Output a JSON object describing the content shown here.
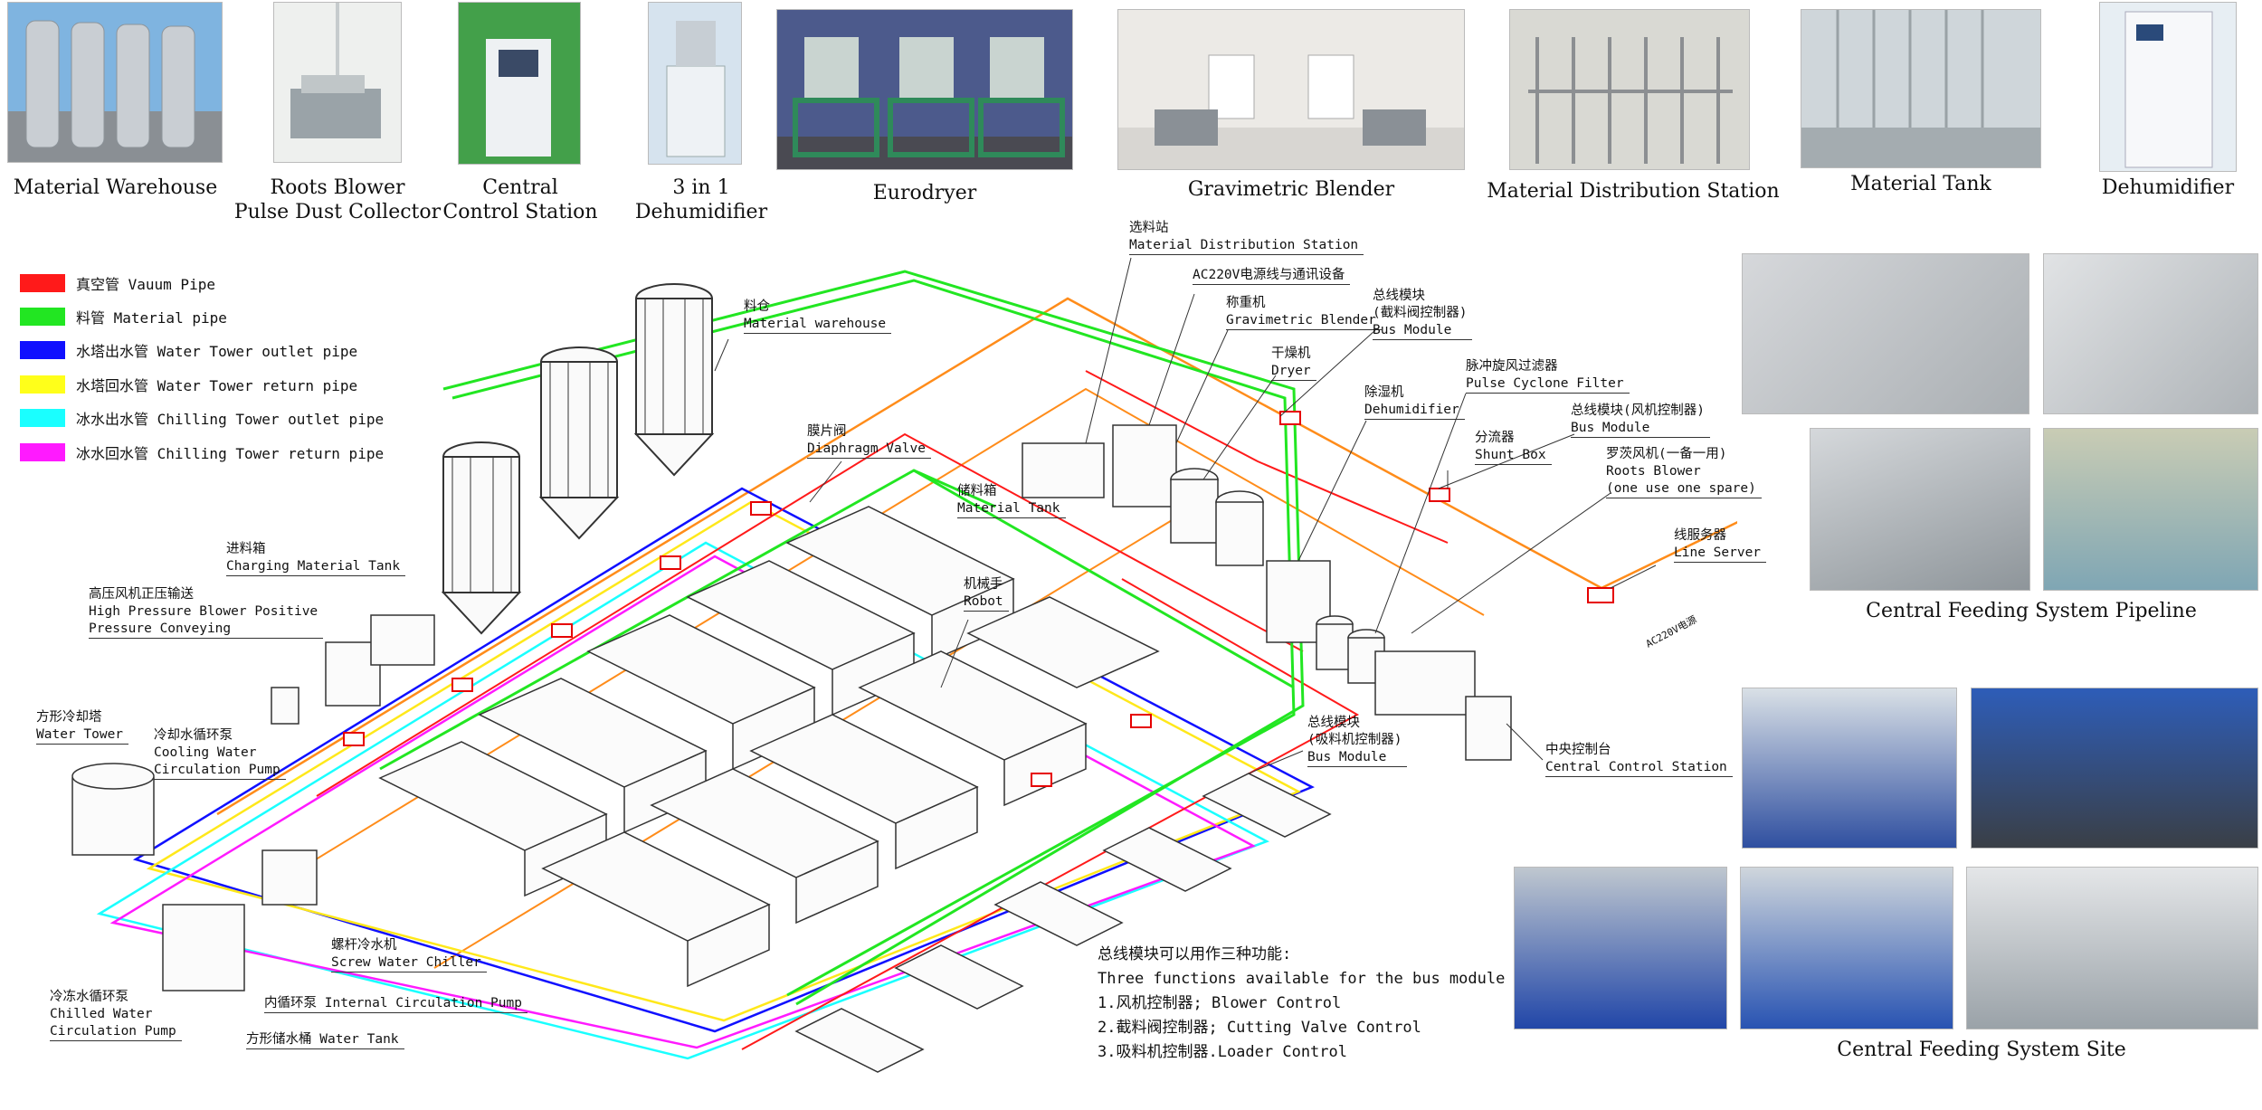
{
  "top_photos": [
    {
      "caption": "Material Warehouse"
    },
    {
      "caption": "Roots Blower\nPulse Dust Collector"
    },
    {
      "caption": "Central\nControl Station"
    },
    {
      "caption": "3 in 1\nDehumidifier"
    },
    {
      "caption": "Eurodryer"
    },
    {
      "caption": "Gravimetric Blender"
    },
    {
      "caption": "Material Distribution Station"
    },
    {
      "caption": "Material Tank"
    },
    {
      "caption": "Dehumidifier"
    }
  ],
  "legend": [
    {
      "label": "真空管 Vauum Pipe",
      "color": "#ff1a1a"
    },
    {
      "label": "料管 Material pipe",
      "color": "#22e622"
    },
    {
      "label": "水塔出水管 Water Tower outlet pipe",
      "color": "#1010ff"
    },
    {
      "label": "水塔回水管 Water Tower return pipe",
      "color": "#ffff1a"
    },
    {
      "label": "冰水出水管 Chilling Tower outlet pipe",
      "color": "#1affff"
    },
    {
      "label": "冰水回水管 Chilling Tower return  pipe",
      "color": "#ff1aff"
    }
  ],
  "labels": {
    "material_distribution_station": [
      "选料站",
      "Material Distribution Station"
    ],
    "ac220": [
      "AC220V电源线与通讯设备"
    ],
    "gravimetric_blender": [
      "称重机",
      "Gravimetric Blender"
    ],
    "bus_module_cut": [
      "总线模块",
      "(截料阀控制器)",
      "Bus Module"
    ],
    "dryer": [
      "干燥机",
      "Dryer"
    ],
    "pulse_cyclone": [
      "脉冲旋风过滤器",
      "Pulse Cyclone Filter"
    ],
    "dehumidifier": [
      "除湿机",
      "Dehumidifier"
    ],
    "bus_module_blower": [
      "总线模块(风机控制器)",
      "Bus Module"
    ],
    "shunt_box": [
      "分流器",
      "Shunt Box"
    ],
    "roots_blower": [
      "罗茨风机(一备一用)",
      "Roots Blower",
      "(one use one spare)"
    ],
    "material_warehouse": [
      "料仓",
      "Material warehouse"
    ],
    "diaphragm_valve": [
      "膜片阀",
      "Diaphragm Valve"
    ],
    "material_tank": [
      "储料箱",
      "Material Tank"
    ],
    "line_server": [
      "线服务器",
      "Line Server"
    ],
    "charging_tank": [
      "进料箱",
      "Charging Material Tank"
    ],
    "hp_blower": [
      "高压风机正压输送",
      "High Pressure Blower Positive",
      "Pressure Conveying"
    ],
    "robot": [
      "机械手",
      "Robot"
    ],
    "water_tower": [
      "方形冷却塔",
      "Water Tower"
    ],
    "cooling_pump": [
      "冷却水循环泵",
      "Cooling Water",
      "Circulation Pump"
    ],
    "bus_module_loader": [
      "总线模块",
      "(吸料机控制器)",
      "Bus Module"
    ],
    "central_control": [
      "中央控制台",
      "Central Control Station"
    ],
    "screw_chiller": [
      "螺杆冷水机",
      "Screw Water Chiller"
    ],
    "chilled_pump": [
      "冷冻水循环泵",
      "Chilled Water",
      "Circulation Pump"
    ],
    "internal_pump": [
      "内循环泵 Internal Circulation Pump"
    ],
    "water_tank": [
      "方形储水桶 Water Tank"
    ],
    "ac220_small": [
      "AC220V电源"
    ]
  },
  "functions": [
    "总线模块可以用作三种功能:",
    "Three functions available for the bus module :",
    "1.风机控制器; Blower Control",
    "2.截料阀控制器; Cutting Valve Control",
    "3.吸料机控制器.Loader Control"
  ],
  "right_captions": {
    "pipeline": "Central Feeding System Pipeline",
    "site": "Central Feeding System Site"
  }
}
